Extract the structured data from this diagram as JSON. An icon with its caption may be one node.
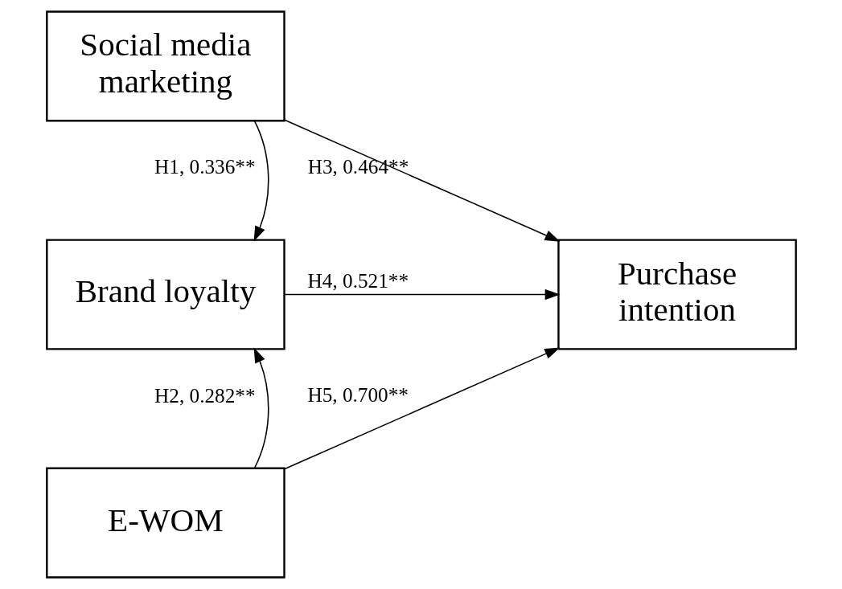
{
  "diagram": {
    "nodes": [
      {
        "text": [
          "Social media marketing"
        ]
      },
      {
        "text": [
          "Brand loyalty"
        ]
      },
      {
        "text": [
          "E-WOM"
        ]
      },
      {
        "text": [
          "Purchase intention"
        ]
      }
    ],
    "edges": [
      {
        "from": 0,
        "to": 1,
        "arrow": "to",
        "label": "H1, 0.336**"
      },
      {
        "from": 2,
        "to": 1,
        "arrow": "to",
        "label": "H2, 0.282**"
      },
      {
        "from": 0,
        "to": 3,
        "arrow": "to",
        "label": "H3, 0.464**"
      },
      {
        "from": 1,
        "to": 3,
        "arrow": "to",
        "label": "H4, 0.521**"
      },
      {
        "from": 2,
        "to": 3,
        "arrow": "to",
        "label": "H5, 0.700**"
      }
    ]
  }
}
